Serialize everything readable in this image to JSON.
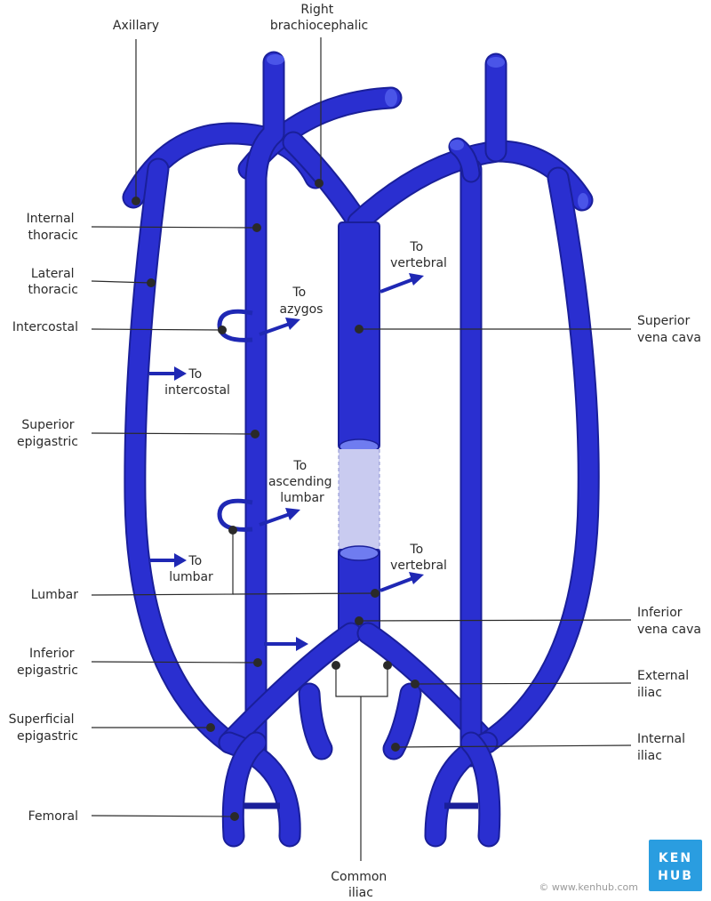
{
  "labels": {
    "axillary": "Axillary",
    "right_brachiocephalic": [
      "Right",
      "brachiocephalic"
    ],
    "internal_thoracic": [
      "Internal",
      "thoracic"
    ],
    "lateral_thoracic": [
      "Lateral",
      "thoracic"
    ],
    "intercostal": "Intercostal",
    "superior_epigastric": [
      "Superior",
      "epigastric"
    ],
    "lumbar": "Lumbar",
    "inferior_epigastric": [
      "Inferior",
      "epigastric"
    ],
    "superficial_epigastric": [
      "Superficial",
      "epigastric"
    ],
    "femoral": "Femoral",
    "superior_vena_cava": [
      "Superior",
      "vena cava"
    ],
    "inferior_vena_cava": [
      "Inferior",
      "vena cava"
    ],
    "external_iliac": [
      "External",
      "iliac"
    ],
    "internal_iliac": [
      "Internal",
      "iliac"
    ],
    "common_iliac": [
      "Common",
      "iliac"
    ]
  },
  "annotations": {
    "to_vertebral_upper": [
      "To",
      "vertebral"
    ],
    "to_azygos": [
      "To",
      "azygos"
    ],
    "to_intercostal": [
      "To",
      "intercostal"
    ],
    "to_ascending_lumbar": [
      "To",
      "ascending",
      "lumbar"
    ],
    "to_lumbar": [
      "To",
      "lumbar"
    ],
    "to_vertebral_lower": [
      "To",
      "vertebral"
    ]
  },
  "logo": {
    "line1": "KEN",
    "line2": "HUB"
  },
  "copyright": "© www.kenhub.com",
  "colors": {
    "vein": "#2a2fd0",
    "vein_dark": "#1a1f9a",
    "gap": "#c9cbf0",
    "logo": "#2a9de0"
  }
}
